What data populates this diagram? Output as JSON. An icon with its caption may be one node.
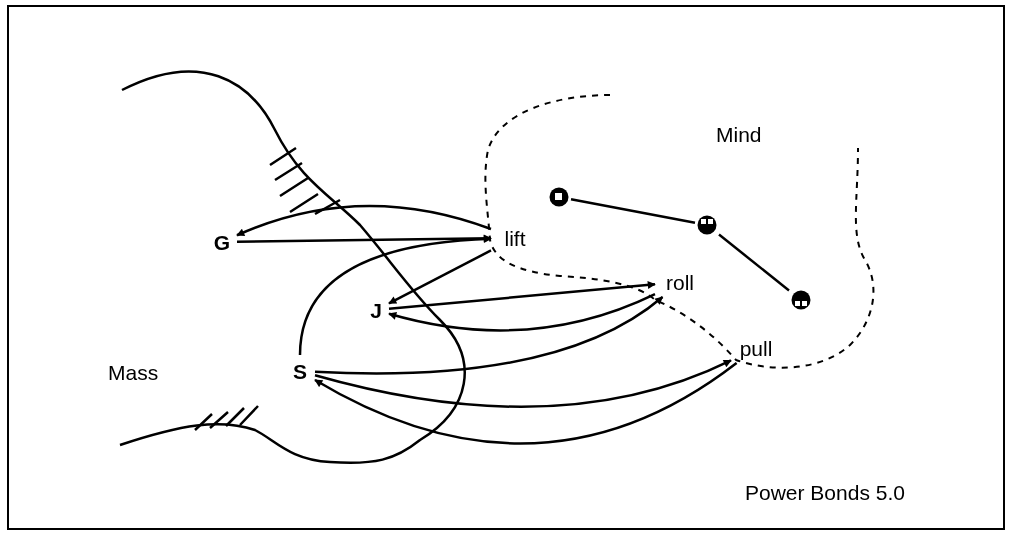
{
  "diagram": {
    "nodes": [
      {
        "text": [
          "G"
        ]
      },
      {
        "text": [
          "lift"
        ]
      },
      {
        "text": [
          "J"
        ]
      },
      {
        "text": [
          "roll"
        ]
      },
      {
        "text": [
          "S"
        ]
      },
      {
        "text": [
          "pull"
        ]
      },
      {
        "text": [],
        "shape": "circle"
      },
      {
        "text": [],
        "shape": "circle"
      },
      {
        "text": [],
        "shape": "circle"
      }
    ],
    "edges": [
      {
        "from": 0,
        "to": 1,
        "arrow": "to"
      },
      {
        "from": 1,
        "to": 0,
        "arrow": "to"
      },
      {
        "from": 4,
        "to": 1,
        "arrow": "to"
      },
      {
        "from": 1,
        "to": 2,
        "arrow": "to"
      },
      {
        "from": 2,
        "to": 3,
        "arrow": "to"
      },
      {
        "from": 3,
        "to": 2,
        "arrow": "to"
      },
      {
        "from": 4,
        "to": 3,
        "arrow": "to"
      },
      {
        "from": 4,
        "to": 5,
        "arrow": "to"
      },
      {
        "from": 5,
        "to": 4,
        "arrow": "to"
      },
      {
        "from": 6,
        "to": 7,
        "arrow": "none"
      },
      {
        "from": 7,
        "to": 8,
        "arrow": "none"
      }
    ],
    "labels": [
      "Mind",
      "Mass",
      "Power Bonds 5.0"
    ]
  }
}
